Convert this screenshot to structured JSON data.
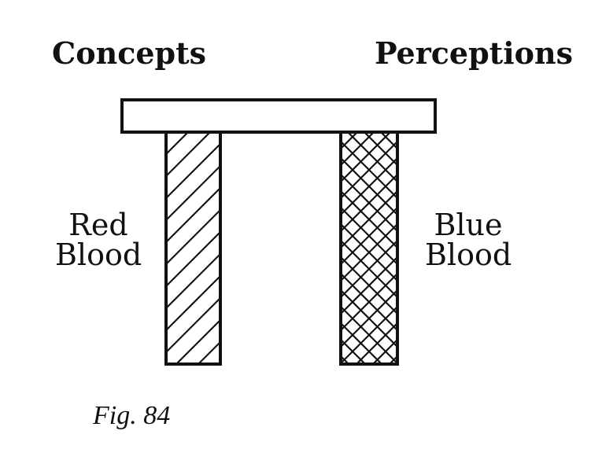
{
  "figure": {
    "top_left_label": "Concepts",
    "top_right_label": "Perceptions",
    "left_pillar_label": [
      "Red",
      "Blood"
    ],
    "right_pillar_label": [
      "Blue",
      "Blood"
    ],
    "caption": "Fig. 84",
    "ink_color": "#111111",
    "left_pillar_pattern": "diagonal-hatch",
    "right_pillar_pattern": "cross-hatch"
  }
}
